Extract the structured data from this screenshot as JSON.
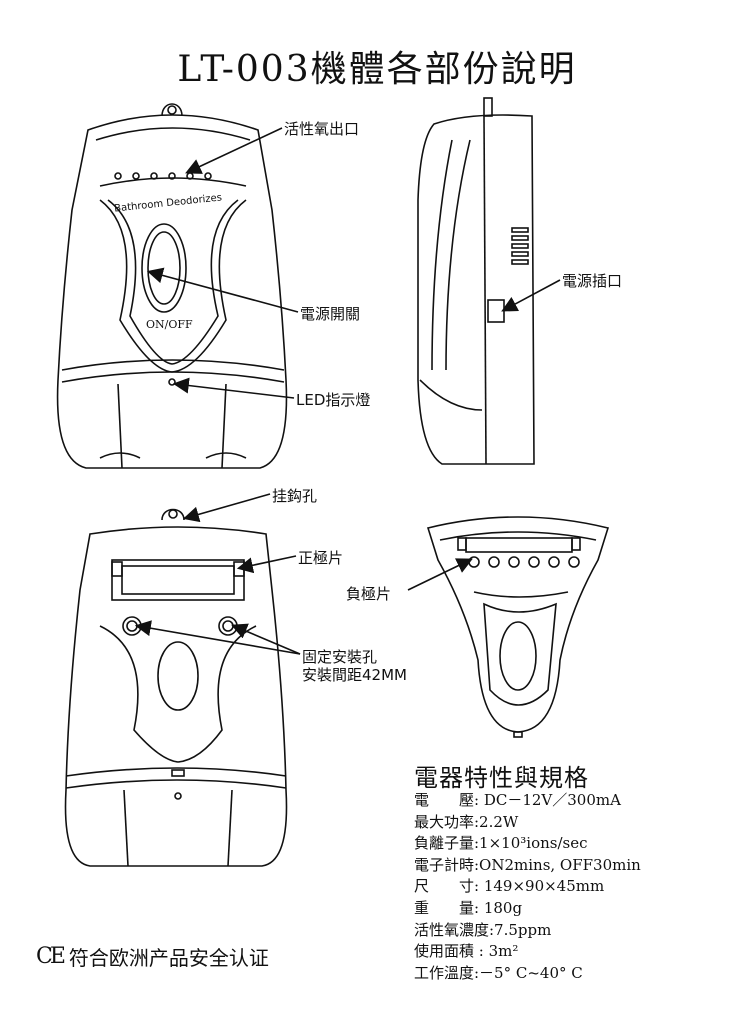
{
  "title": "LT-003機體各部份說明",
  "front_view": {
    "brand_text": "Bathroom Deodorizes",
    "switch_text": "ON/OFF",
    "callouts": {
      "ozone_outlet": "活性氧出口",
      "power_switch": "電源開關",
      "led": "LED指示燈"
    }
  },
  "side_view": {
    "callouts": {
      "power_port": "電源插口"
    }
  },
  "back_view": {
    "callouts": {
      "hook_hole": "挂鈎孔",
      "positive": "正極片",
      "mount_hole_1": "固定安裝孔",
      "mount_hole_2": "安裝間距42MM"
    }
  },
  "bottom_view": {
    "callouts": {
      "negative": "負極片"
    }
  },
  "specs": {
    "title": "電器特性與規格",
    "items": [
      "電　　壓: DC－12V／300mA",
      "最大功率:2.2W",
      "負離子量:1×10³ions/sec",
      "電子計時:ON2mins, OFF30min",
      "尺　　寸: 149×90×45mm",
      "重　　量: 180g",
      "活性氧濃度:7.5ppm",
      "使用面積 : 3m²",
      "工作溫度:－5° C~40° C"
    ]
  },
  "certification": {
    "mark": "CE",
    "text": "符合欧洲产品安全认证"
  }
}
